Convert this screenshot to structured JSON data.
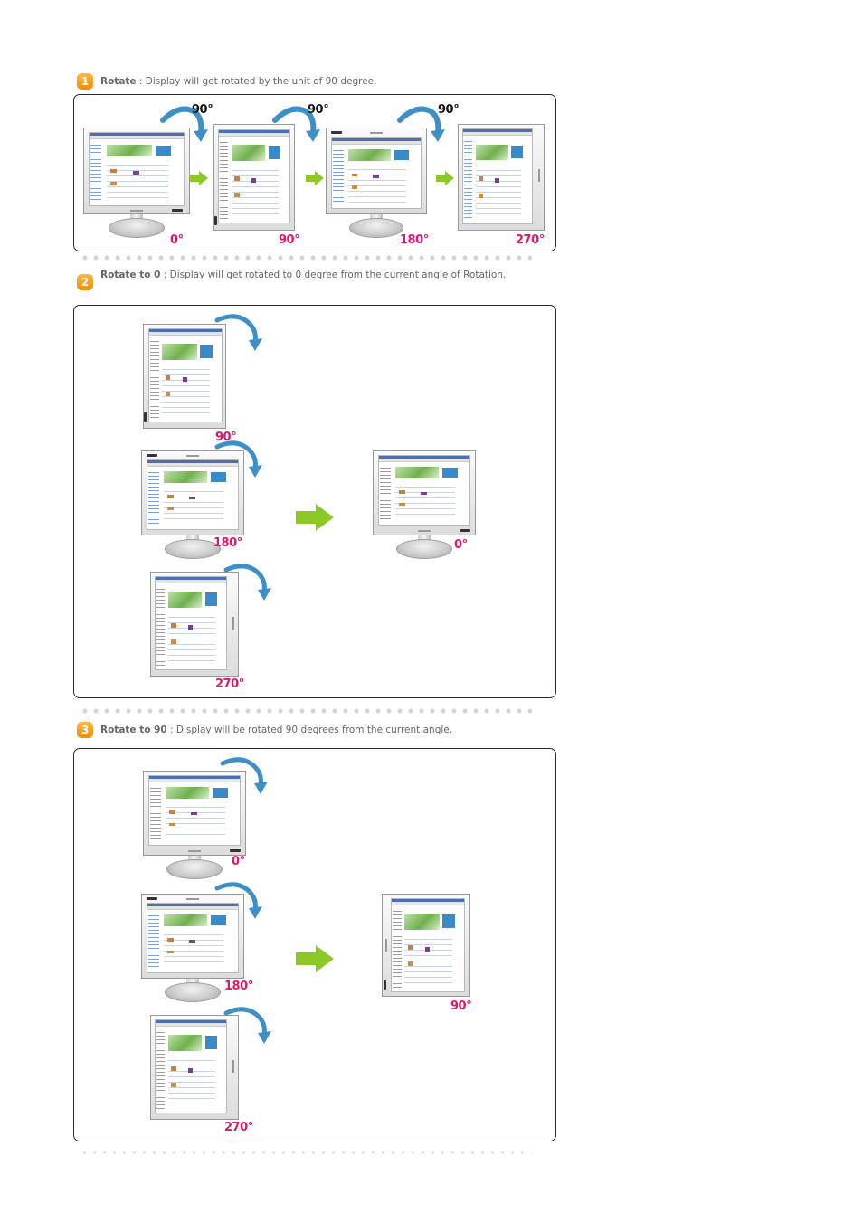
{
  "steps": [
    {
      "num": "1",
      "title": "Rotate",
      "sep": " : ",
      "desc": " Display will get rotated by the unit of 90 degree."
    },
    {
      "num": "2",
      "title": "Rotate to 0",
      "sep": " : ",
      "desc": "Display will get rotated to 0 degree from the current angle of Rotation."
    },
    {
      "num": "3",
      "title": "Rotate to 90",
      "sep": " : ",
      "desc": "Display will be rotated 90 degrees from the current angle."
    }
  ],
  "panel1": {
    "labels": [
      "0",
      "90",
      "180",
      "270"
    ],
    "turn": "90"
  },
  "panel2": {
    "sources": [
      "90",
      "180",
      "270"
    ],
    "result": "0"
  },
  "panel3": {
    "sources": [
      "0",
      "180",
      "270"
    ],
    "result": "90"
  },
  "colors": {
    "accent": "#e5156a",
    "step_badge": "#f5a11f",
    "arrow": "#8cc926",
    "rotate_arrow": "#3d8fc8"
  },
  "icons": [
    "rotate-arrow-icon",
    "right-arrow-icon",
    "step-number-icon"
  ]
}
